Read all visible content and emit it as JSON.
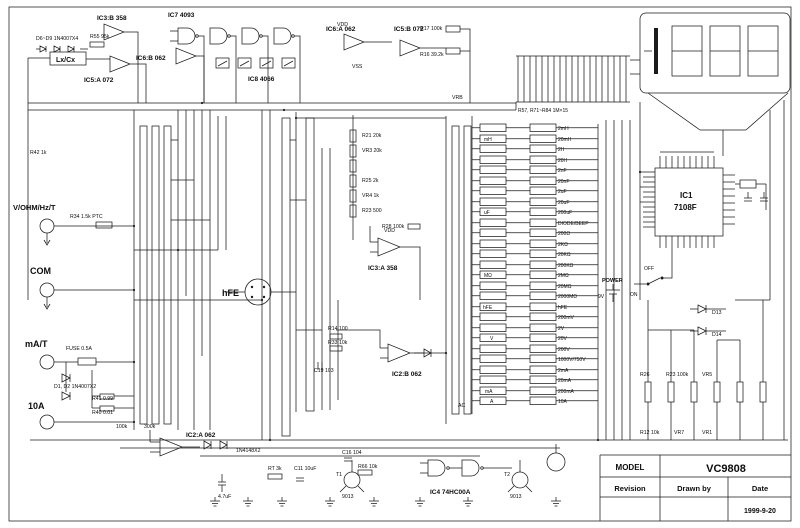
{
  "ics": {
    "ic3b": "IC3:B 358",
    "ic7": "IC7 4093",
    "ic6a": "IC6:A 062",
    "ic5b": "IC5:B 072",
    "ic5a": "IC5:A 072",
    "ic6b": "IC6:B 062",
    "ic8": "IC8 4066",
    "ic3a": "IC3:A 358",
    "ic2b": "IC2:B 062",
    "ic2a": "IC2:A 062",
    "ic4": "IC4 74HC00A",
    "ic1_name": "IC1",
    "ic1_part": "7108F"
  },
  "labels": {
    "lxcx": "Lx/Cx",
    "hfe": "hFE",
    "ac": "AC",
    "vrb": "VRB",
    "vdd": "VDD",
    "vss": "VSS",
    "display_note": "R57, R71~R84 1M×15"
  },
  "power": {
    "title": "POWER",
    "on": "ON",
    "off": "OFF",
    "battery": "9V"
  },
  "terminals": {
    "volt": "V/OHM/Hz/T",
    "com": "COM",
    "ma": "mA/T",
    "a10": "10A"
  },
  "units": [
    "mH",
    "uF",
    "MΩ",
    "hFE",
    "V",
    "mA",
    "A"
  ],
  "ranges": [
    "2mH",
    "20mH",
    "2H",
    "20H",
    "2nF",
    "20nF",
    "2uF",
    "20uF",
    "200uF",
    "DIODE/BEEP",
    "200Ω",
    "2KΩ",
    "20KΩ",
    "200KΩ",
    "2MΩ",
    "20MΩ",
    "2000MΩ",
    "hFE",
    "200mV",
    "2V",
    "20V",
    "200V",
    "1000V/750V",
    "2mA",
    "20mA",
    "200mA",
    "10A"
  ],
  "components": {
    "d6d9": "D6~D9 1N4007X4",
    "r55": "R55 95k",
    "r17": "R17 100k",
    "r16": "R16 39.2k",
    "r42": "R42 1k",
    "r34": "R34 1.5k PTC",
    "r21": "R21 20k",
    "vr3": "VR3 20k",
    "r25": "R25 2k",
    "vr4": "VR4 1k",
    "r23": "R23 500",
    "r28": "R28 100k",
    "r14": "R14 100",
    "r33": "R33 10k",
    "c19": "C19 103",
    "fuse": "FUSE 0.5A",
    "d1d2": "D1, D2 1N4007X2",
    "r41": "R41 0.99",
    "r40": "R40 0.01",
    "d21": "1N4148X2",
    "c6": "4.7uF",
    "rt": "RT 3k",
    "c11": "C11 10uF",
    "c16": "C16 104",
    "r66": "R66 10k",
    "t1": "T1",
    "t1_type": "9013",
    "t2": "T2",
    "t2_type": "9013",
    "r68": "100k",
    "r69": "300k",
    "d13": "D13",
    "d14": "D14",
    "br1": "R26",
    "br2": "R23 100k",
    "br3": "VR5",
    "br4": "R12 10k",
    "br5": "VR7",
    "br6": "VR1"
  },
  "title_block": {
    "model_label": "MODEL",
    "model_value": "VC9808",
    "revision_label": "Revision",
    "drawn_by_label": "Drawn by",
    "date_label": "Date",
    "date_value": "1999-9-20"
  }
}
